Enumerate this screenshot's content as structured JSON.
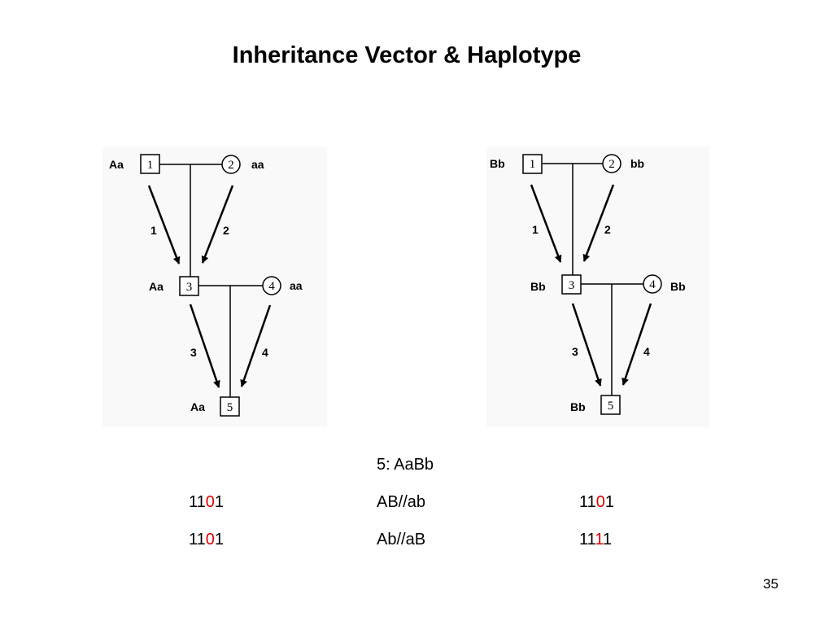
{
  "title": "Inheritance Vector & Haplotype",
  "pedigrees": [
    {
      "individuals": [
        {
          "id": "1",
          "sex": "male",
          "genotype": "Aa"
        },
        {
          "id": "2",
          "sex": "female",
          "genotype": "aa"
        },
        {
          "id": "3",
          "sex": "male",
          "genotype": "Aa"
        },
        {
          "id": "4",
          "sex": "female",
          "genotype": "aa"
        },
        {
          "id": "5",
          "sex": "male",
          "genotype": "Aa"
        }
      ],
      "arrows": [
        "1",
        "2",
        "3",
        "4"
      ]
    },
    {
      "individuals": [
        {
          "id": "1",
          "sex": "male",
          "genotype": "Bb"
        },
        {
          "id": "2",
          "sex": "female",
          "genotype": "bb"
        },
        {
          "id": "3",
          "sex": "male",
          "genotype": "Bb"
        },
        {
          "id": "4",
          "sex": "female",
          "genotype": "Bb"
        },
        {
          "id": "5",
          "sex": "male",
          "genotype": "Bb"
        }
      ],
      "arrows": [
        "1",
        "2",
        "3",
        "4"
      ]
    }
  ],
  "table": {
    "header": "5: AaBb",
    "rows": [
      {
        "left": {
          "pre": "11",
          "hl": "0",
          "post": "1"
        },
        "haplotype": "AB//ab",
        "right": {
          "pre": "11",
          "hl": "0",
          "post": "1"
        }
      },
      {
        "left": {
          "pre": "11",
          "hl": "0",
          "post": "1"
        },
        "haplotype": "Ab//aB",
        "right": {
          "pre": "11",
          "hl": "1",
          "post": "1"
        }
      }
    ]
  },
  "highlight_color": "#e00000",
  "page_number": "35"
}
